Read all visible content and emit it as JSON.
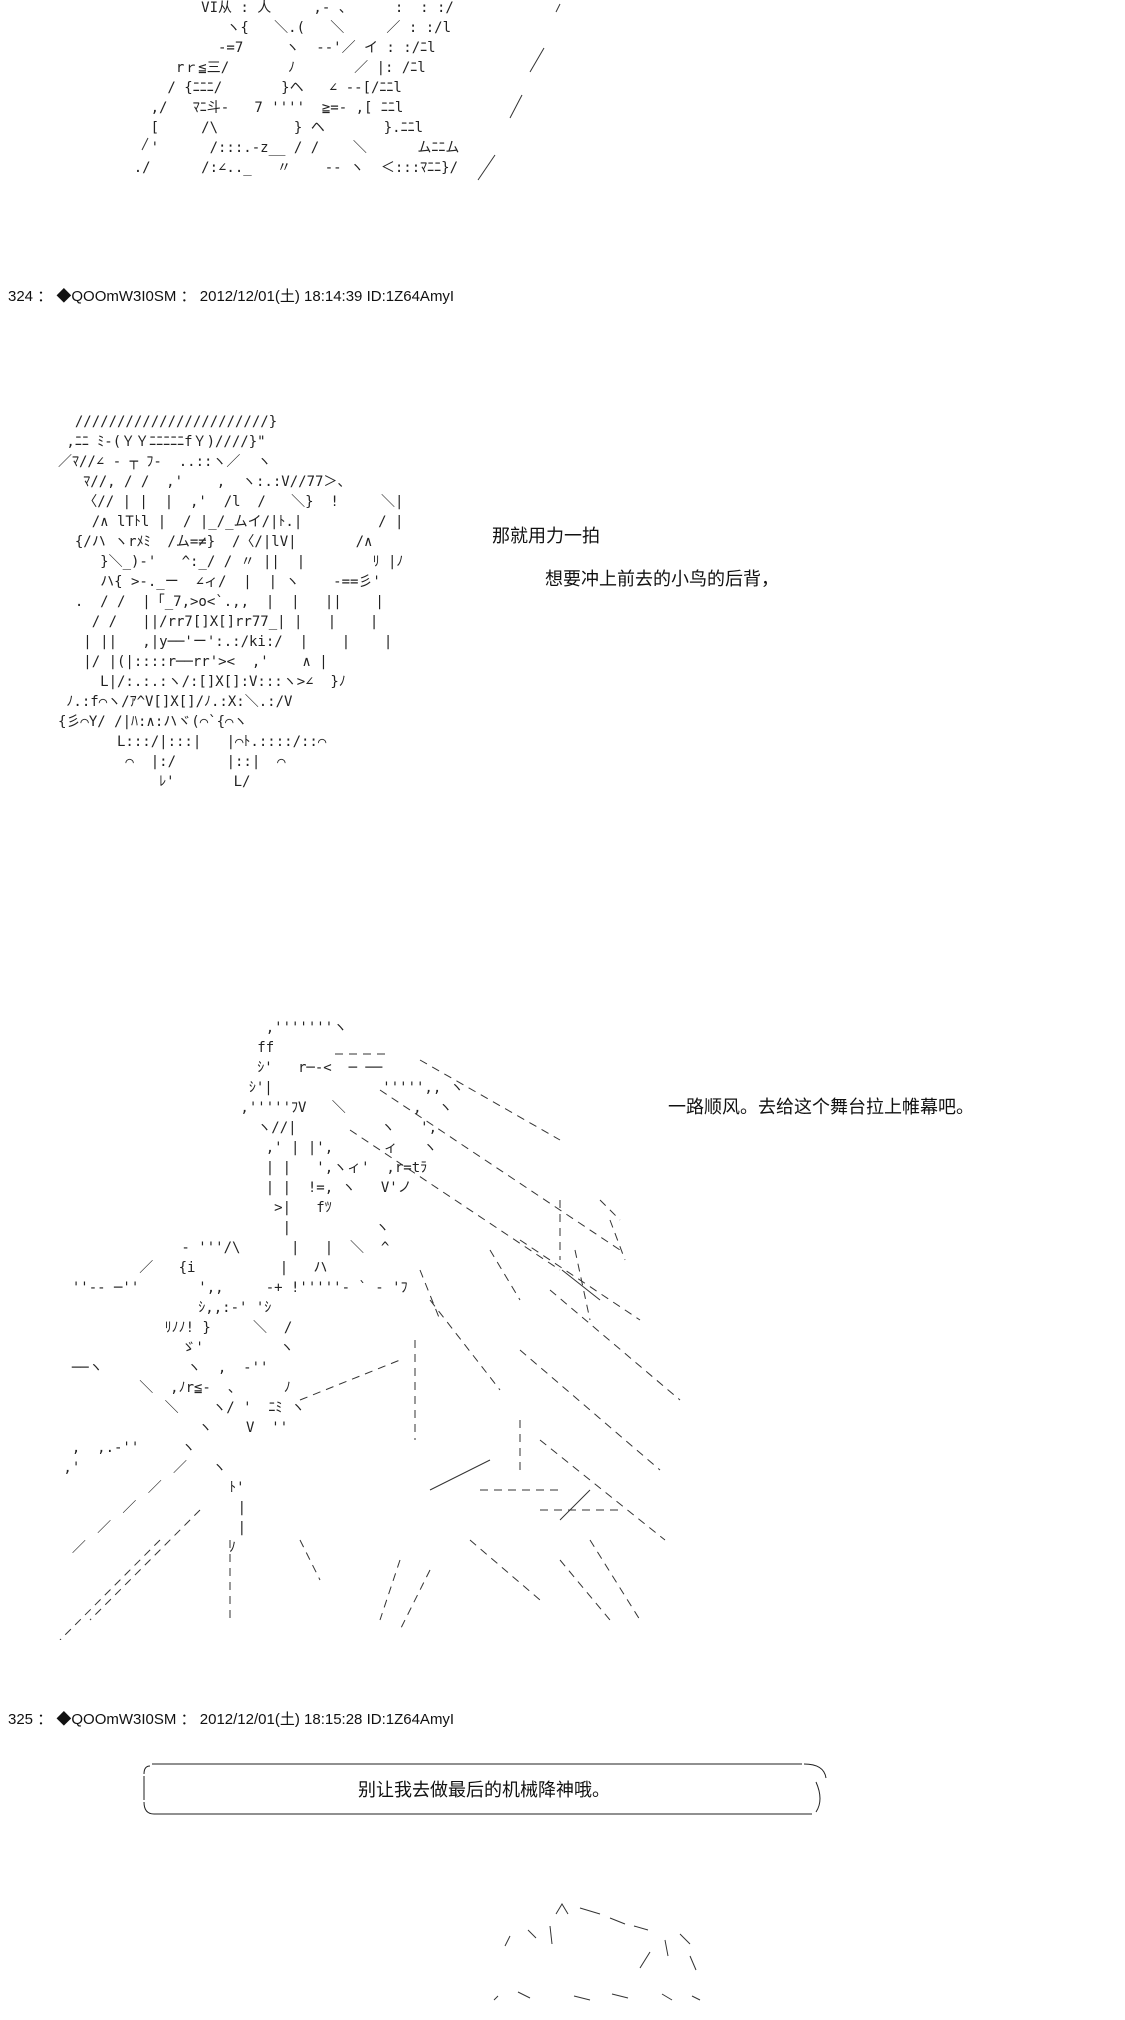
{
  "posts": [
    {
      "number": "324",
      "separator": "：",
      "name": "◆QOOmW3I0SM",
      "separator2": "：",
      "date": "2012/12/01(土)",
      "time": "18:14:39",
      "id": "ID:1Z64AmyI"
    },
    {
      "number": "325",
      "separator": "：",
      "name": "◆QOOmW3I0SM",
      "separator2": "：",
      "date": "2012/12/01(土)",
      "time": "18:15:28",
      "id": "ID:1Z64AmyI"
    }
  ],
  "dialogue": {
    "line1": "那就用力一拍",
    "line2": "想要冲上前去的小鸟的后背，",
    "line3": "一路顺风。去给这个舞台拉上帷幕吧。",
    "speech": "别让我去做最后的机械降神哦。"
  },
  "ascii_art": {
    "top": "            VI从 : 人     ,- 、     :  : :/\n               ヽ{   ＼.(   ＼     ／ : :/l\n              -=7     ヽ  -‐'／ イ : :/ﾆl\n         rｒ≦三/       ﾉ       ／ |: /ﾆl\n        / {ﾆﾆﾆ/       }ヘ   ∠ --[/ﾆﾆl\n      ,/   ﾏﾆ斗-   7 ''''  ≧=- ,[ ﾆﾆl\n      [     /\\         } ヘ       }.ﾆﾆl\n      '      /:::.-z__ / /    ＼      ムﾆﾆム\n    ./      /:∠.._   〃    -- ヽ  ＜:::ﾏﾆﾆ}/",
    "middle": "  ///////////////////////}\n ,ﾆﾆ ﾐ-(ＹＹﾆﾆﾆﾆﾆfＹ)////}\"\n／ﾏ//∠ - ┬ ﾌ-  ..::ヽ／  ヽ\n   ﾏ//, / /  ,'    ,  ヽ:.:V//77＞、\n   〈// | |  |  ,'  /l  /   ＼}  !     ＼|\n    /∧ lTﾄl |  / |_/_ムイ/|ﾄ.|         / |\n  {/ハ ヽrﾒﾐ  /ム=≠}  /〈/|lV|       /∧\n     }＼_)-'   ^:_/ / 〃 ||  |        ﾘ |ﾉ\n     ハ{ >-._ー  ∠ィ/  |  | ヽ    -==彡'\n  .  / /  |「_7,>o<`.,,  |  |   ||    |\n    / /   ||/rr7[]X[]rr77_| |   |    |\n   | ||   ,|y──'ー':.:/ki:/  |    |    |\n   |/ |(|::::r──rr'><  ,'    ∧ |\n     L|/:.:.:ヽ/:[]X[]:V:::ヽ>∠  }ﾉ\n ﾉ.:f⌒ヽ/ｱ^V[]X[]/ﾉ.:X:＼.:/V\n{彡⌒Y/ /|ﾊ:∧:ハヾ(⌒`{⌒ヽ\n       L:::/|:::|   |⌒ﾄ.::::/::⌒\n        ⌒  |:/      |::|  ⌒\n            ﾚ'       L/",
    "large": "                         ,'''''''ヽ\n                        ff\n                        ｼ'   r─-<  ─ ──\n                       ｼ'|             ''''',, ヽ\n                      ,'''''ﾌV   ＼        ,  ヽ\n                        ヽ//|          ヽ   ',\n                         ,' | |',      ィ   ヽ\n                         | |   ',ヽィ'  ,r=tﾗ\n                         | |  !=, ヽ   V'ノ\n                          >|   fﾂ\n                           |          ヽ\n               - '''/\\      |   |  ＼  ^\n          ／   {i          |   ハ\n  ''-- ─''       ',,     -+ !'''''- ` - 'ﾌ\n                 ｼ,,:-' 'ｼ\n             ﾘﾉﾉ! }     ＼  /\n               ゞ'         ヽ\n  ──ヽ          ヽ  ,  -''\n          ＼  ,ﾉr≦-  、     ﾉ\n             ＼    ヽ/ '  ﾆﾐ ヽ\n                 ヽ    V  ''\n  ,  ,.-''     ヽ\n ,'           ／   ヽ\n           ／        ﾄ'\n        ／            |\n     ／               |\n  ／                 ﾉ"
  }
}
